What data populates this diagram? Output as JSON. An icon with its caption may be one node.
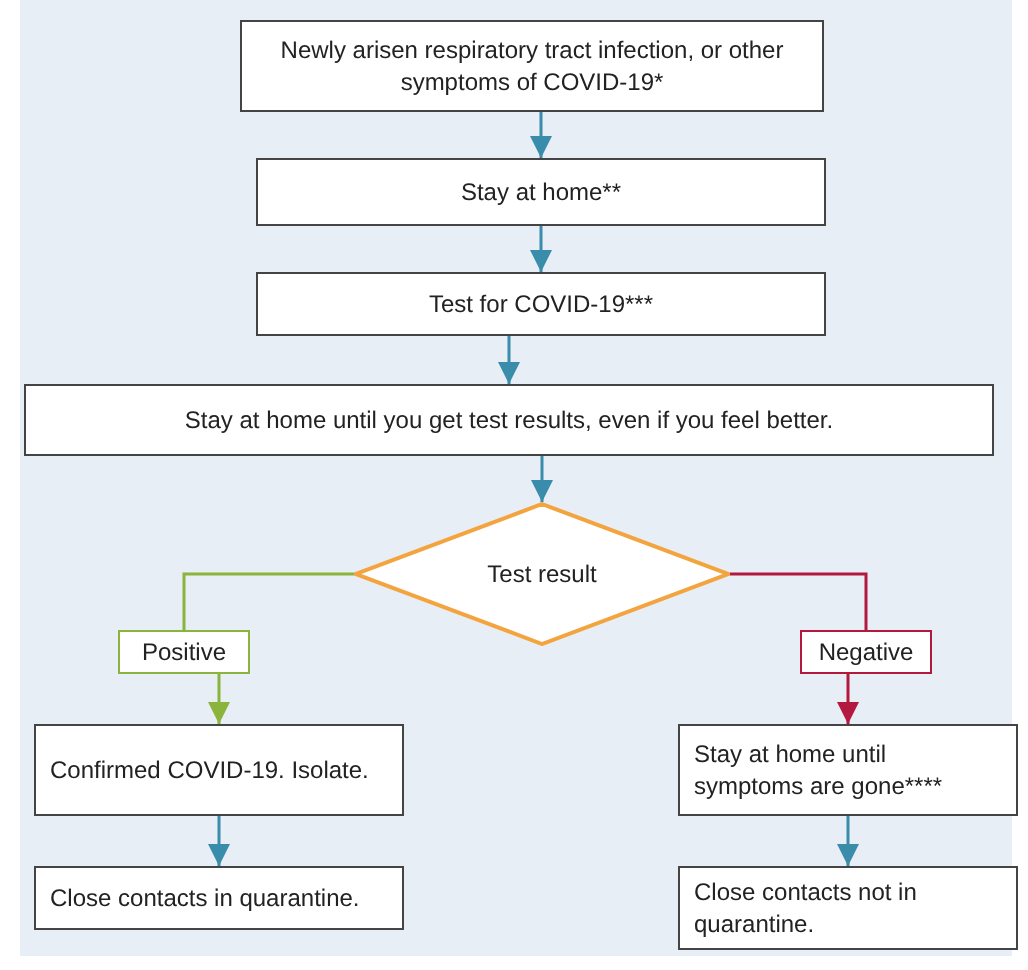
{
  "diagram": {
    "nodes": [
      {
        "text": [
          "Newly arisen respiratory tract infection, or other symptoms of COVID-19*"
        ]
      },
      {
        "text": [
          "Stay at home**"
        ]
      },
      {
        "text": [
          "Test for COVID-19***"
        ]
      },
      {
        "text": [
          "Stay at home until you get test results, even if you feel better."
        ]
      },
      {
        "text": [
          "Test result"
        ]
      },
      {
        "text": [
          "Positive"
        ]
      },
      {
        "text": [
          "Negative"
        ]
      },
      {
        "text": [
          "Confirmed COVID-19. Isolate."
        ]
      },
      {
        "text": [
          "Stay at home until symptoms are gone****"
        ]
      },
      {
        "text": [
          "Close contacts in quarantine."
        ]
      },
      {
        "text": [
          "Close contacts not in quarantine."
        ]
      }
    ],
    "edges": [
      {
        "from": 0,
        "to": 1,
        "arrow": "to"
      },
      {
        "from": 1,
        "to": 2,
        "arrow": "to"
      },
      {
        "from": 2,
        "to": 3,
        "arrow": "to"
      },
      {
        "from": 3,
        "to": 4,
        "arrow": "to"
      },
      {
        "from": 4,
        "to": 5,
        "arrow": "none",
        "color": "#8ab43c"
      },
      {
        "from": 5,
        "to": 7,
        "arrow": "to",
        "color": "#8ab43c"
      },
      {
        "from": 4,
        "to": 6,
        "arrow": "none",
        "color": "#b3193f"
      },
      {
        "from": 6,
        "to": 8,
        "arrow": "to",
        "color": "#b3193f"
      },
      {
        "from": 7,
        "to": 9,
        "arrow": "to"
      },
      {
        "from": 8,
        "to": 10,
        "arrow": "to"
      }
    ]
  }
}
